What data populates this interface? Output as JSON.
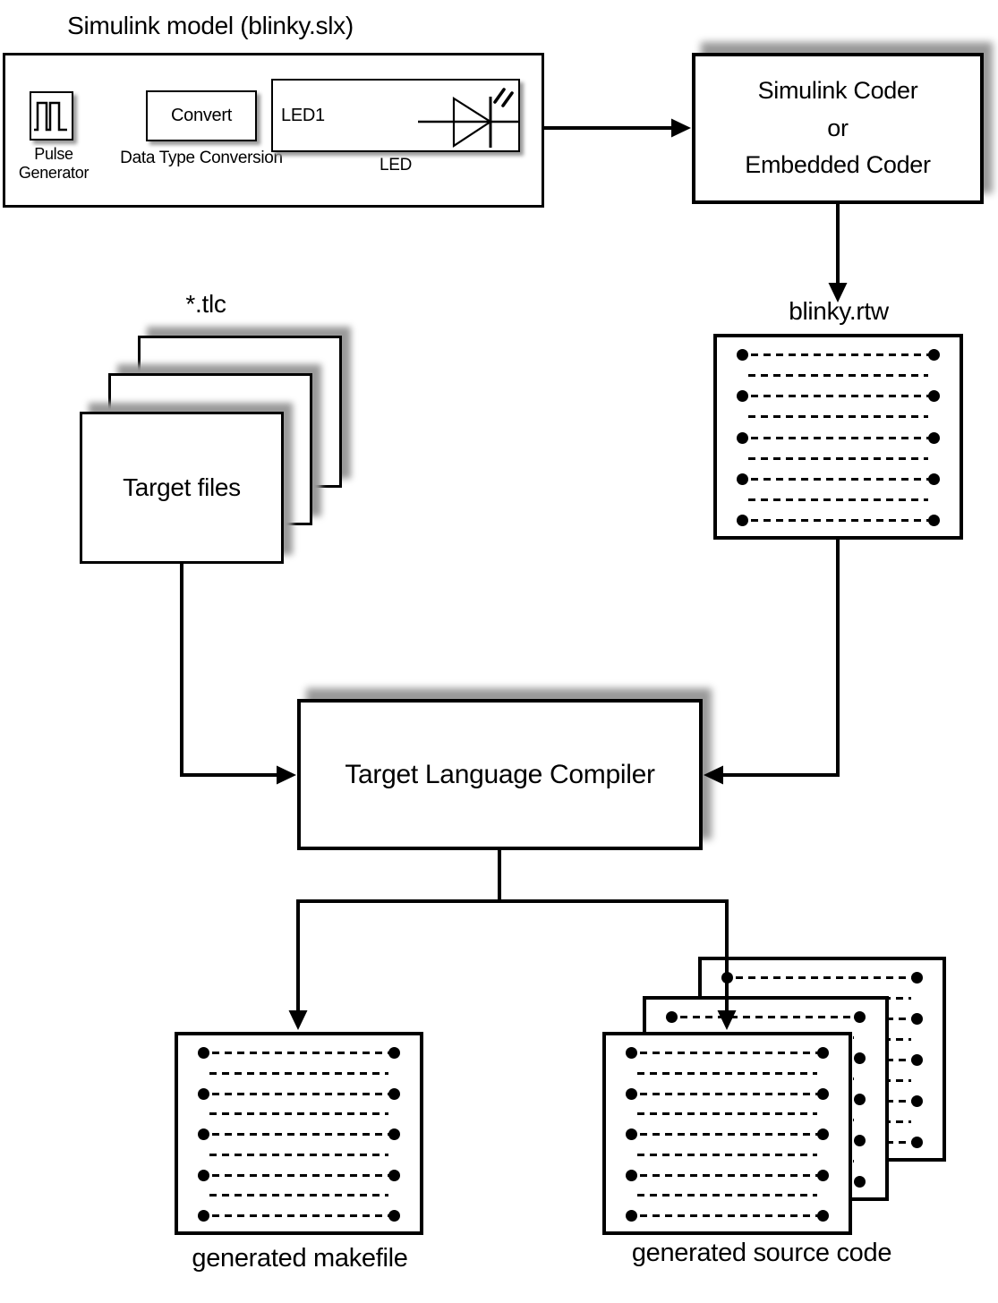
{
  "model": {
    "title": "Simulink model (blinky.slx)",
    "blocks": {
      "pulse": {
        "label": "Pulse Generator"
      },
      "convert": {
        "text": "Convert",
        "label": "Data Type Conversion"
      },
      "led": {
        "port": "LED1",
        "label": "LED"
      }
    }
  },
  "coder": {
    "line1": "Simulink Coder",
    "line2": "or",
    "line3": "Embedded Coder"
  },
  "target_files": {
    "label": "*.tlc",
    "front_text": "Target files"
  },
  "rtw": {
    "label": "blinky.rtw"
  },
  "compiler": {
    "label": "Target Language Compiler"
  },
  "outputs": {
    "makefile_label": "generated makefile",
    "source_label": "generated source code"
  },
  "doc": {
    "line_rows": 9
  },
  "colors": {
    "ink": "#000000",
    "paper": "#ffffff",
    "shadow": "#9a9a9a"
  }
}
